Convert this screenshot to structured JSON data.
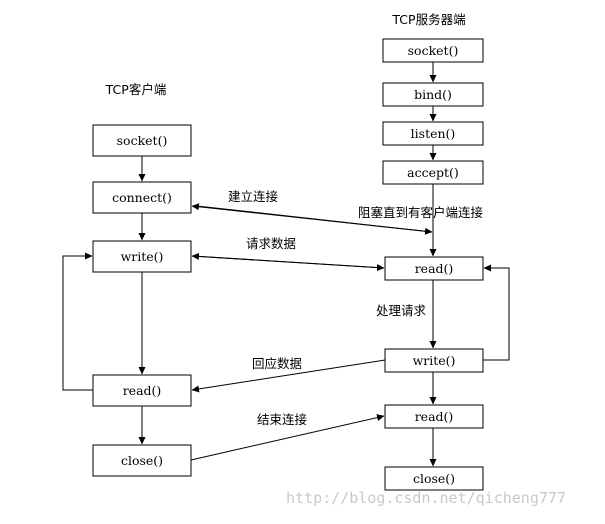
{
  "client": {
    "title": "TCP客户端",
    "boxes": {
      "socket": "socket()",
      "connect": "connect()",
      "write": "write()",
      "read": "read()",
      "close": "close()"
    }
  },
  "server": {
    "title": "TCP服务器端",
    "boxes": {
      "socket": "socket()",
      "bind": "bind()",
      "listen": "listen()",
      "accept": "accept()",
      "read1": "read()",
      "write": "write()",
      "read2": "read()",
      "close": "close()"
    },
    "notes": {
      "blocking": "阻塞直到有客户端连接",
      "process": "处理请求"
    }
  },
  "messages": {
    "connect": "建立连接",
    "request": "请求数据",
    "reply": "回应数据",
    "finish": "结束连接"
  },
  "watermark": "http://blog.csdn.net/qicheng777"
}
